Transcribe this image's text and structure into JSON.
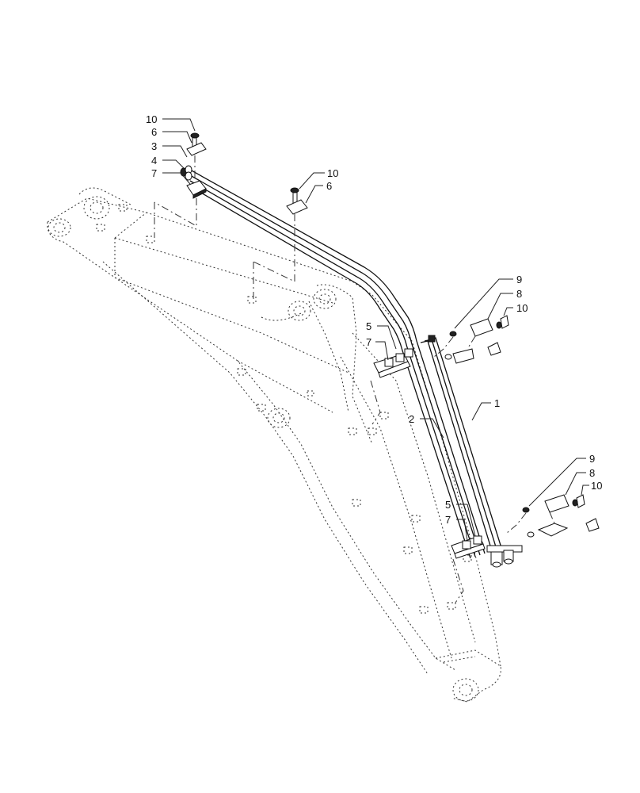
{
  "callouts": [
    "10",
    "6",
    "3",
    "4",
    "7",
    "10",
    "6",
    "9",
    "8",
    "10",
    "5",
    "7",
    "1",
    "2",
    "9",
    "8",
    "10",
    "5",
    "7"
  ]
}
